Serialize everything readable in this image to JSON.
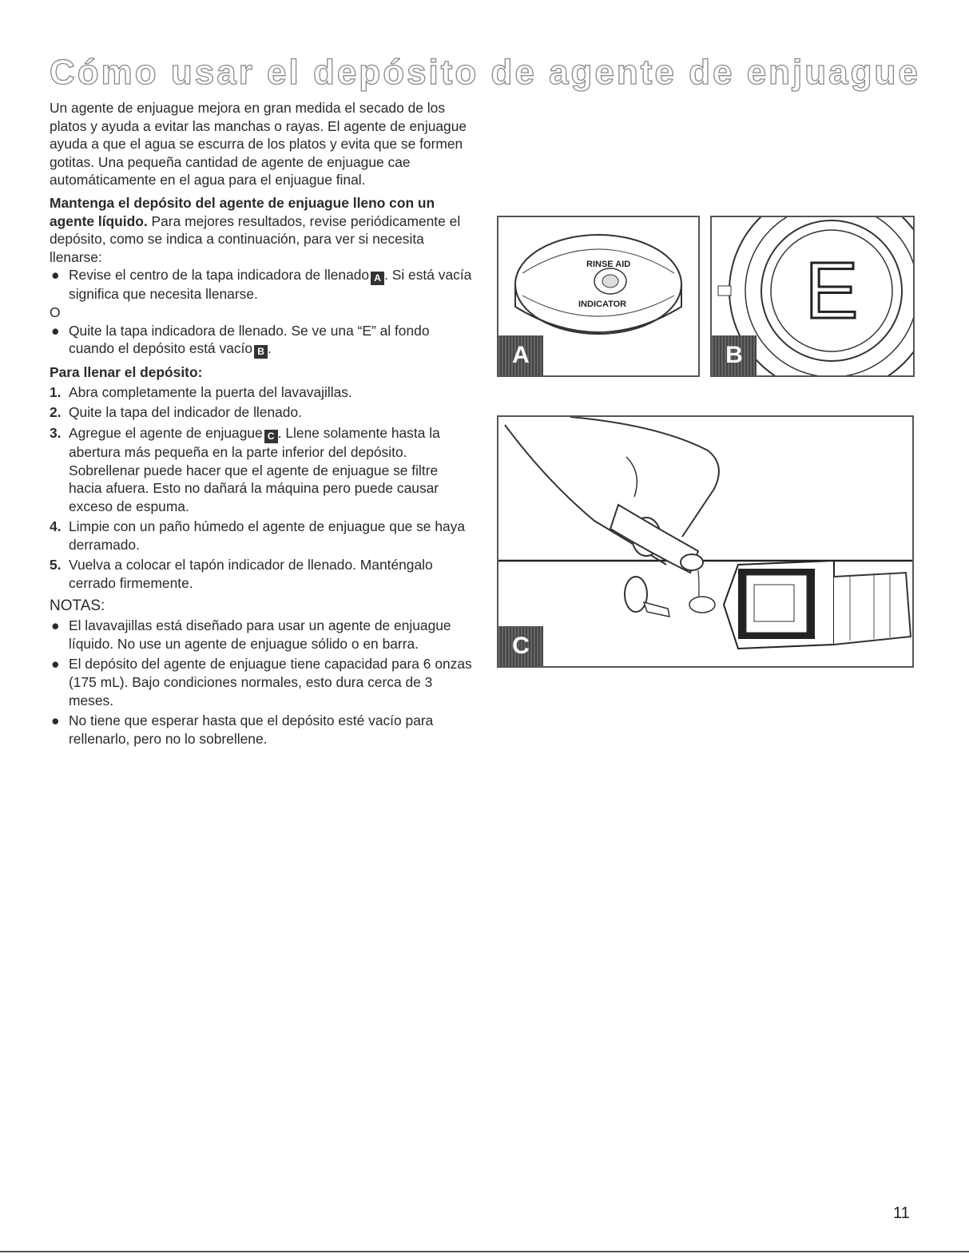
{
  "title": "Cómo usar el depósito de agente de enjuague",
  "intro": "Un agente de enjuague mejora en gran medida el secado de los platos y ayuda a evitar las manchas o rayas. El agente de enjuague ayuda a que el agua se escurra de los platos y evita que se formen gotitas. Una pequeña cantidad de agente de enjuague cae automáticamente en el agua para el enjuague final.",
  "keep_full": {
    "bold": "Mantenga el depósito del agente de enjuague lleno con un agente líquido.",
    "text": " Para mejores resultados, revise periódicamente el depósito, como se indica a continuación, para ver si necesita llenarse:"
  },
  "check_bullets": [
    {
      "text": "Revise el centro de la tapa indicadora de llenado",
      "tag": "A",
      "tail": ". Si está vacía significa que necesita llenarse."
    },
    {
      "text": "Quite la tapa indicadora de llenado. Se ve una “E” al fondo cuando el depósito está vacío",
      "tag": "B",
      "tail": "."
    }
  ],
  "or_label": "O",
  "fill_heading": "Para llenar el depósito:",
  "steps": [
    {
      "n": "1.",
      "text": "Abra completamente la puerta del lavavajillas."
    },
    {
      "n": "2.",
      "text": "Quite la tapa del indicador de llenado."
    },
    {
      "n": "3.",
      "pre": "Agregue el agente de enjuague",
      "tag": "C",
      "text": ". Llene solamente hasta la abertura más pequeña en la parte inferior del depósito. Sobrellenar puede hacer que el agente de enjuague se filtre hacia afuera. Esto no dañará la máquina pero puede causar exceso de espuma."
    },
    {
      "n": "4.",
      "text": "Limpie con un paño húmedo el agente de enjuague que se haya derramado."
    },
    {
      "n": "5.",
      "text": "Vuelva a colocar el tapón indicador de llenado. Manténgalo cerrado firmemente."
    }
  ],
  "notes_heading": "NOTAS:",
  "notes": [
    "El lavavajillas está diseñado para usar un agente de enjuague líquido. No use un agente de enjuague sólido o en barra.",
    "El depósito del agente de enjuague tiene capacidad para 6 onzas (175 mL). Bajo condiciones normales, esto dura cerca de 3 meses.",
    "No tiene que esperar hasta que el depósito esté vacío para rellenarlo, pero no lo sobrellene."
  ],
  "bullet_glyph": "●",
  "figures": {
    "a": {
      "label": "A",
      "cap_text_top": "RINSE AID",
      "cap_text_bottom": "INDICATOR"
    },
    "b": {
      "label": "B",
      "letter": "E"
    },
    "c": {
      "label": "C"
    }
  },
  "page_number": "11"
}
